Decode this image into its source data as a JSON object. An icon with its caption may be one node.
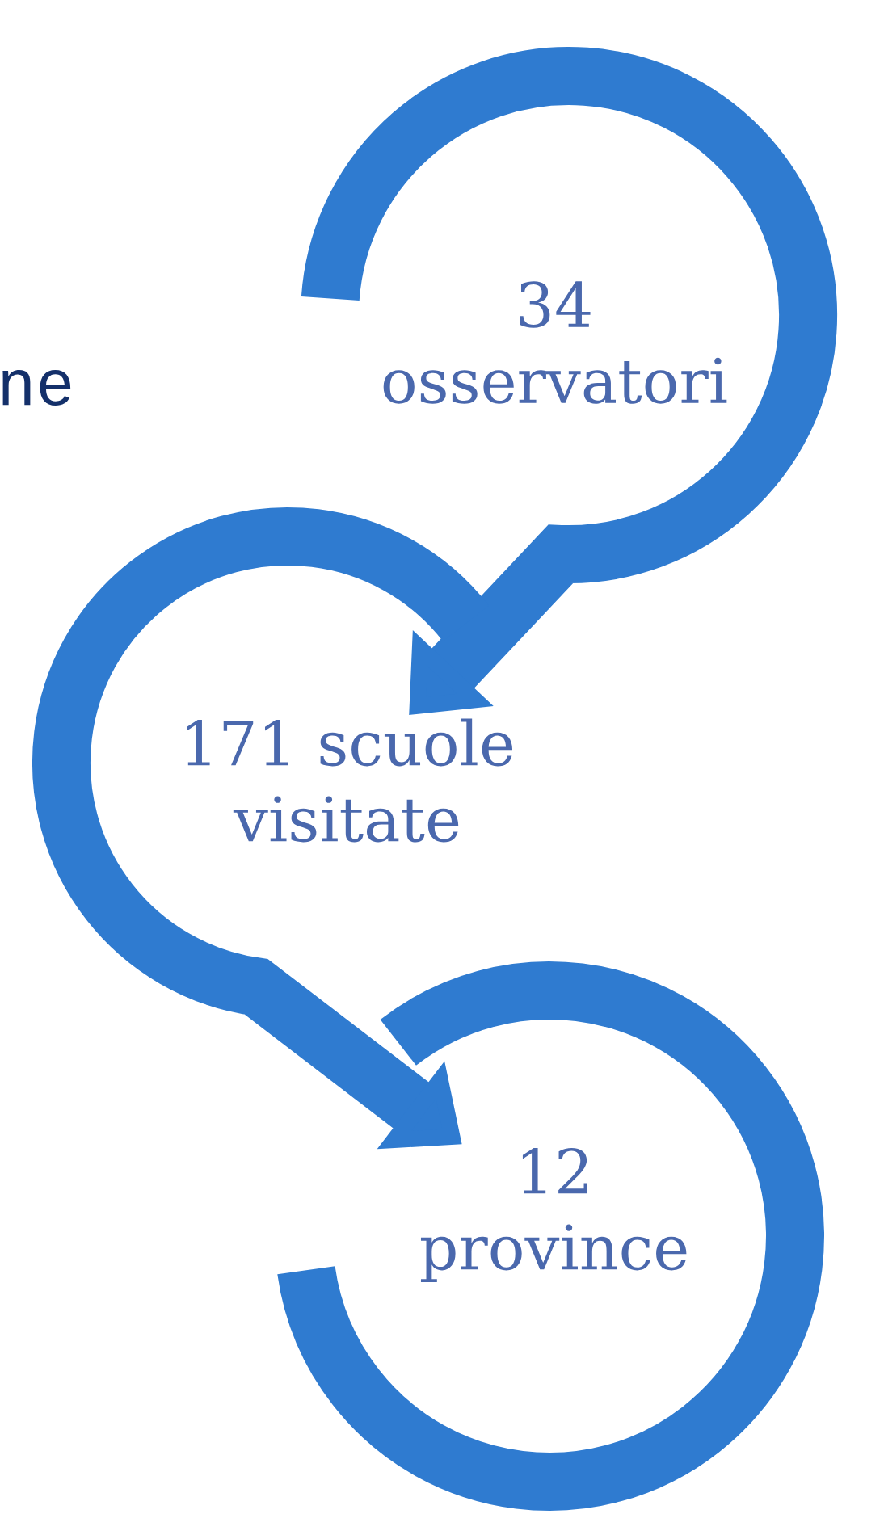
{
  "diagram": {
    "nodes": [
      {
        "text": [
          "34 osservatori"
        ]
      },
      {
        "text": [
          "171 scuole visitate"
        ]
      },
      {
        "text": [
          "12 province"
        ]
      }
    ],
    "edges": [
      {
        "from": 0,
        "to": 1,
        "arrow": "to"
      },
      {
        "from": 1,
        "to": 2,
        "arrow": "to"
      }
    ],
    "labels": [
      "ne"
    ]
  }
}
